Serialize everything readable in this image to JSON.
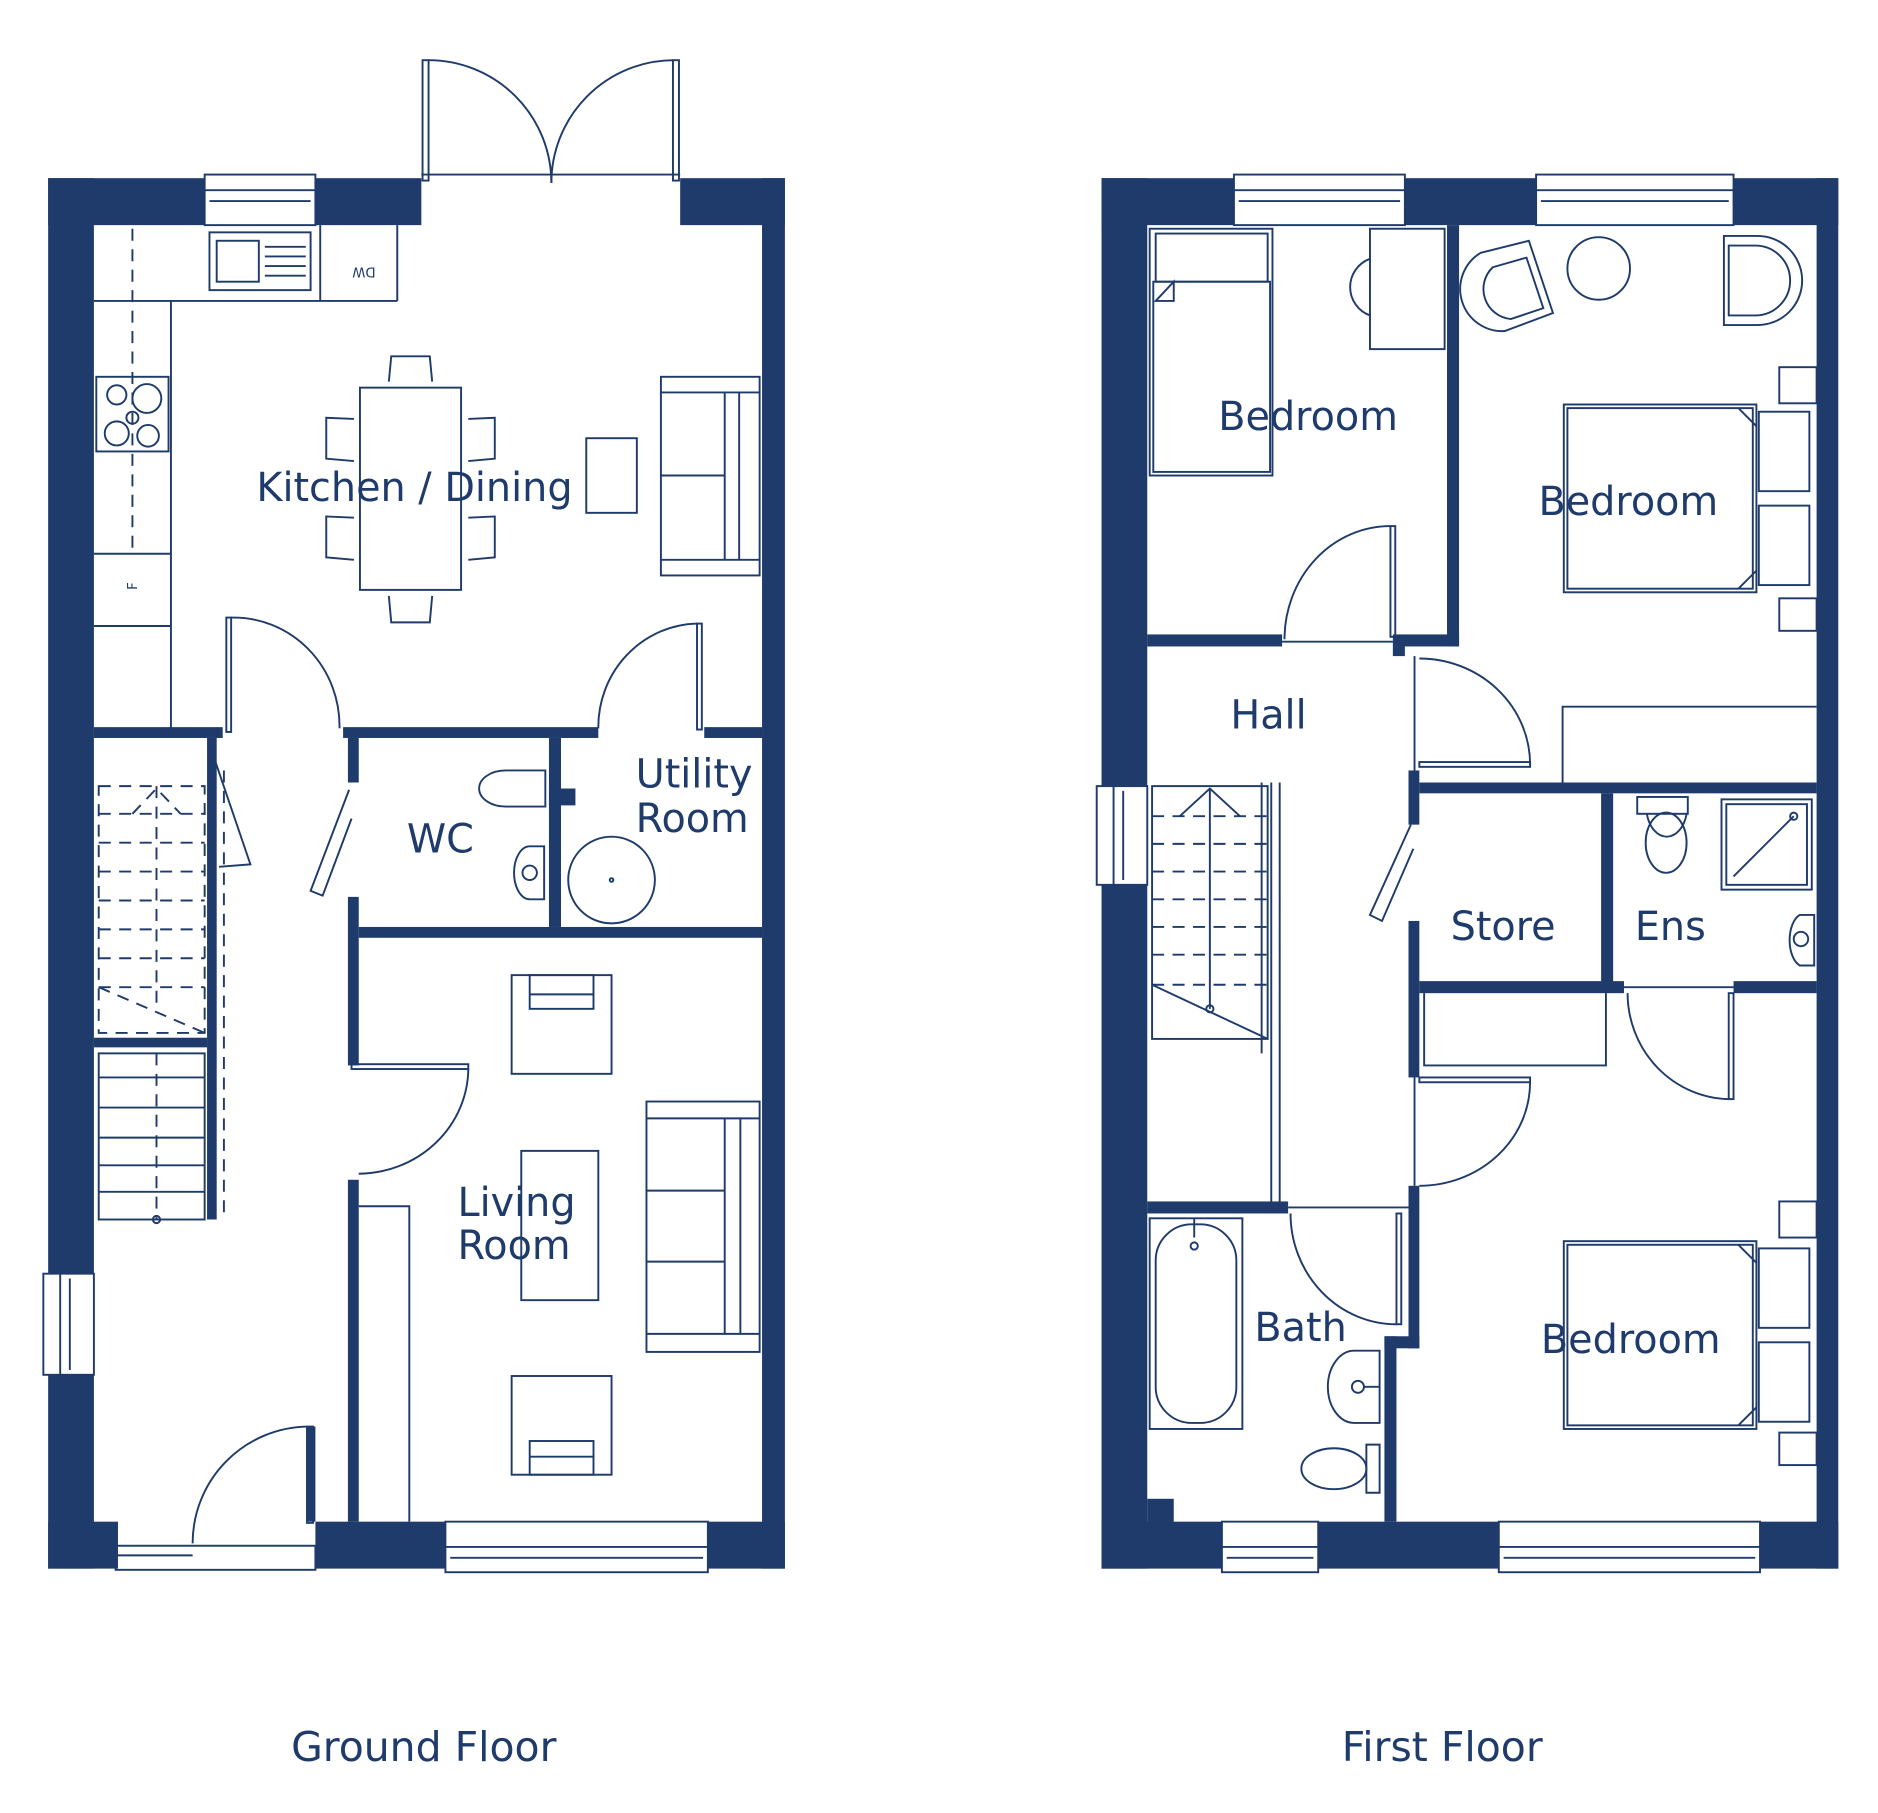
{
  "colors": {
    "ink": "#1f3b6b",
    "background": "#ffffff"
  },
  "ground_floor": {
    "caption": "Ground Floor",
    "rooms": {
      "kitchen_dining": "Kitchen / Dining",
      "wc": "WC",
      "utility_line1": "Utility",
      "utility_line2": "Room",
      "living_line1": "Living",
      "living_line2": "Room"
    },
    "appliances": {
      "dishwasher": "DW",
      "fridge": "F"
    }
  },
  "first_floor": {
    "caption": "First Floor",
    "rooms": {
      "bedroom_front_left": "Bedroom",
      "bedroom_front_right": "Bedroom",
      "hall": "Hall",
      "store": "Store",
      "ensuite": "Ens",
      "bath": "Bath",
      "bedroom_rear": "Bedroom"
    }
  }
}
